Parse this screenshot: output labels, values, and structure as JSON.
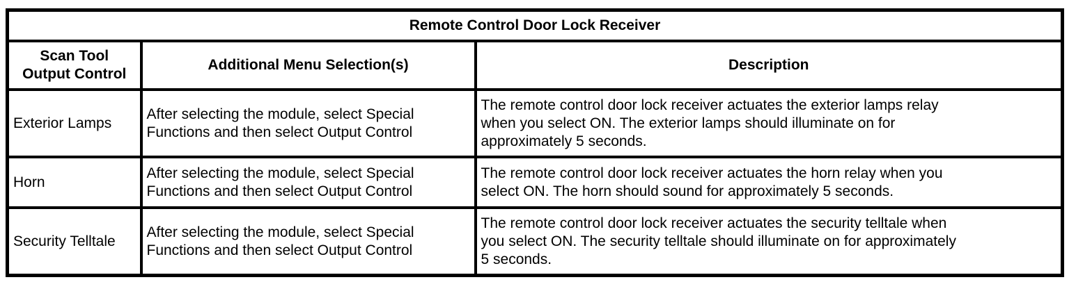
{
  "table": {
    "title": "Remote Control Door Lock Receiver",
    "headers": {
      "col1": "Scan Tool\nOutput Control",
      "col2": "Additional Menu Selection(s)",
      "col3": "Description"
    },
    "rows": [
      {
        "control": "Exterior Lamps",
        "menu": "After selecting the module, select Special\nFunctions and then select Output Control",
        "description": "The remote control door lock receiver actuates the exterior lamps relay\nwhen you select ON. The exterior lamps should illuminate on for\napproximately 5 seconds."
      },
      {
        "control": "Horn",
        "menu": "After selecting the module, select Special\nFunctions and then select Output Control",
        "description": "The remote control door lock receiver actuates the horn relay when you\nselect ON. The horn should sound for approximately 5 seconds."
      },
      {
        "control": "Security Telltale",
        "menu": "After selecting the module, select Special\nFunctions and then select Output Control",
        "description": "The remote control door lock receiver actuates the security telltale when\nyou select ON. The security telltale should illuminate on for approximately\n5 seconds."
      }
    ],
    "border_color": "#000000",
    "background_color": "#ffffff"
  }
}
